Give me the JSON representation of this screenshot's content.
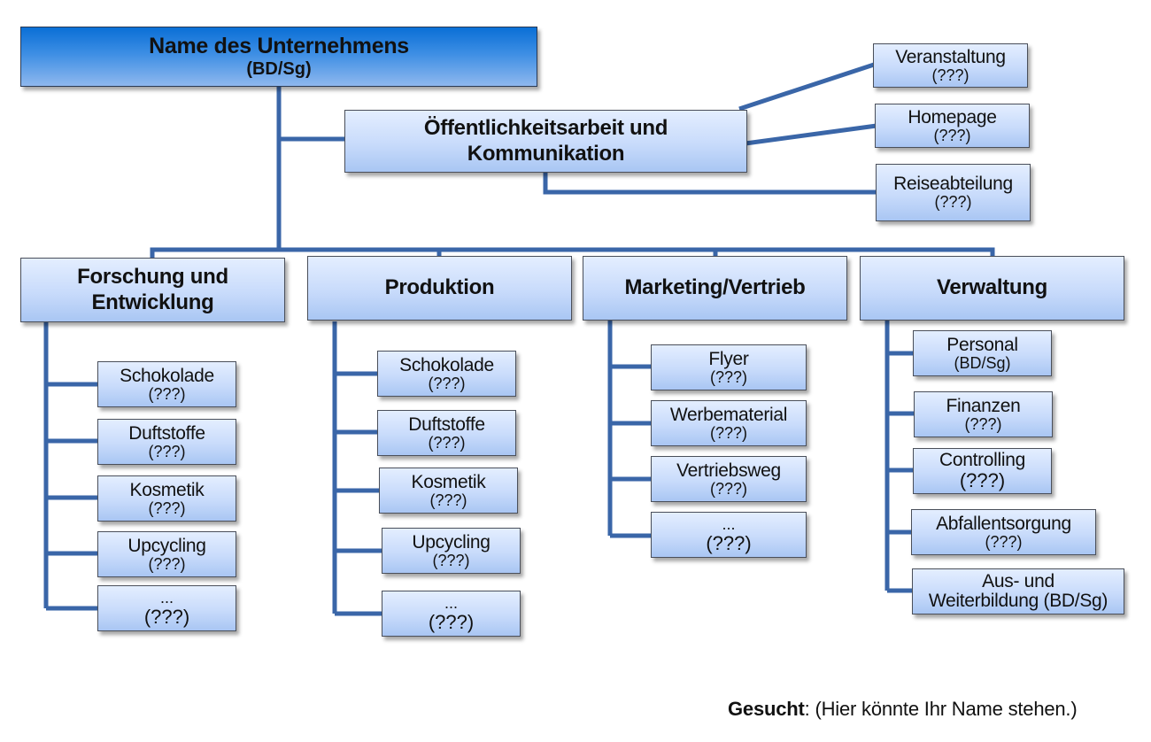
{
  "root": {
    "title": "Name des Unternehmens",
    "subtitle": "(BD/Sg)"
  },
  "communication": {
    "title_line1": "Öffentlichkeitsarbeit und",
    "title_line2": "Kommunikation",
    "children": [
      {
        "title": "Veranstaltung",
        "subtitle": "(???)"
      },
      {
        "title": "Homepage",
        "subtitle": "(???)"
      },
      {
        "title": "Reiseabteilung",
        "subtitle": "(???)"
      }
    ]
  },
  "departments": [
    {
      "title_line1": "Forschung und",
      "title_line2": "Entwicklung",
      "children": [
        {
          "title": "Schokolade",
          "subtitle": "(???)"
        },
        {
          "title": "Duftstoffe",
          "subtitle": "(???)"
        },
        {
          "title": "Kosmetik",
          "subtitle": "(???)"
        },
        {
          "title": "Upcycling",
          "subtitle": "(???)"
        },
        {
          "title": "...",
          "subtitle": "(???)"
        }
      ]
    },
    {
      "title_line1": "Produktion",
      "title_line2": "",
      "children": [
        {
          "title": "Schokolade",
          "subtitle": "(???)"
        },
        {
          "title": "Duftstoffe",
          "subtitle": "(???)"
        },
        {
          "title": "Kosmetik",
          "subtitle": "(???)"
        },
        {
          "title": "Upcycling",
          "subtitle": "(???)"
        },
        {
          "title": "...",
          "subtitle": "(???)"
        }
      ]
    },
    {
      "title_line1": "Marketing/Vertrieb",
      "title_line2": "",
      "children": [
        {
          "title": "Flyer",
          "subtitle": "(???)"
        },
        {
          "title": "Werbematerial",
          "subtitle": "(???)"
        },
        {
          "title": "Vertriebsweg",
          "subtitle": "(???)"
        },
        {
          "title": "...",
          "subtitle": "(???)"
        }
      ]
    },
    {
      "title_line1": "Verwaltung",
      "title_line2": "",
      "children": [
        {
          "title": "Personal",
          "subtitle": "(BD/Sg)"
        },
        {
          "title": "Finanzen",
          "subtitle": "(???)"
        },
        {
          "title": "Controlling",
          "subtitle": "(???)"
        },
        {
          "title": "Abfallentsorgung",
          "subtitle": "(???)"
        },
        {
          "title": "Aus- und",
          "subtitle": "Weiterbildung (BD/Sg)"
        }
      ]
    }
  ],
  "footer": {
    "label": "Gesucht",
    "text": ": (Hier könnte Ihr Name stehen.)"
  },
  "colors": {
    "connector": "#3a66a8",
    "root_top": "#0a6fd6",
    "box_light": "#e4eeff",
    "box_dark": "#a9c6f3"
  }
}
